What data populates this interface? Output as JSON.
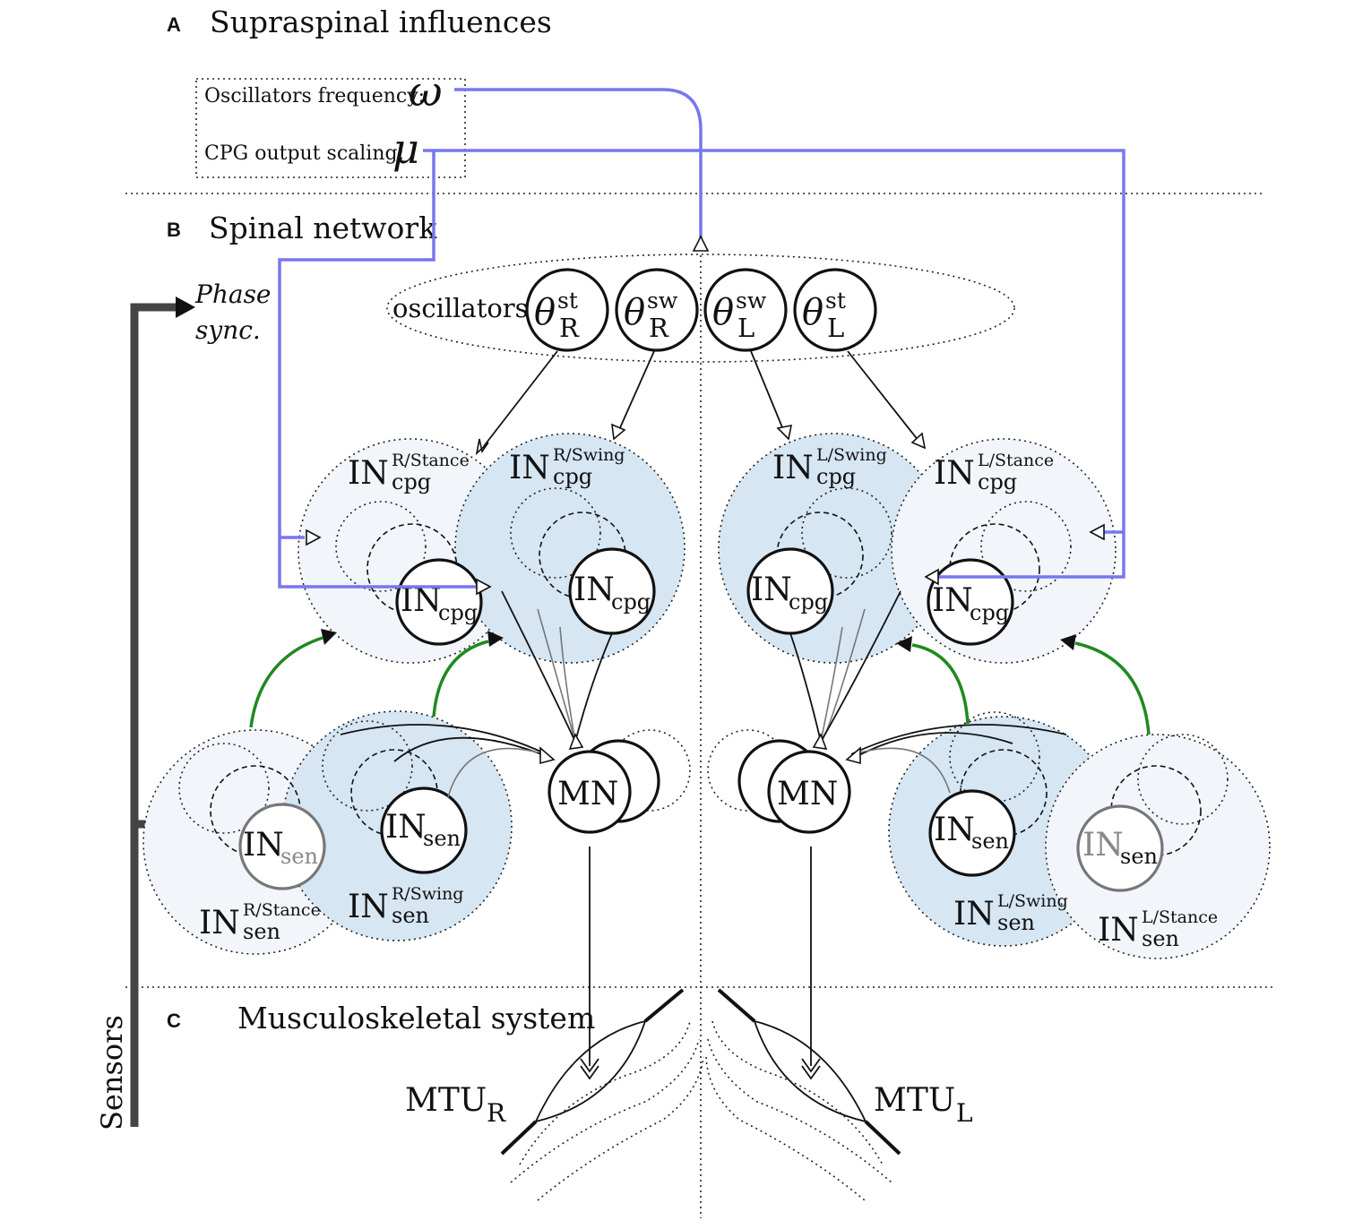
{
  "sections": {
    "a_letter": "A",
    "a_title": "Supraspinal influences",
    "b_letter": "B",
    "b_title": "Spinal network",
    "c_letter": "C",
    "c_title": "Musculoskeletal system"
  },
  "supraspinal": {
    "frequency_label": "Oscillators frequency:",
    "frequency_symbol": "ω",
    "scaling_label": "CPG output scaling:",
    "scaling_symbol": "μ"
  },
  "oscillators": {
    "label": "oscillators:",
    "theta": "θ",
    "nodes": [
      {
        "sup": "st",
        "sub": "R"
      },
      {
        "sup": "sw",
        "sub": "R"
      },
      {
        "sup": "sw",
        "sub": "L"
      },
      {
        "sup": "st",
        "sub": "L"
      }
    ]
  },
  "phase_sync": {
    "line1": "Phase",
    "line2": "sync."
  },
  "sensors_label": "Sensors",
  "neurons": {
    "in_base": "IN",
    "cpg_sub": "cpg",
    "sen_sub": "sen",
    "mn_label": "MN",
    "r_stance_sup": "R/Stance",
    "r_swing_sup": "R/Swing",
    "l_swing_sup": "L/Swing",
    "l_stance_sup": "L/Stance"
  },
  "mtu": {
    "base": "MTU",
    "right_sub": "R",
    "left_sub": "L"
  },
  "colors": {
    "supraspinal_line": "#7777ee",
    "sync_arrow": "#1f8a1f",
    "swing_fill": "#d6e6f3",
    "stance_fill": "#f2f6fb"
  }
}
